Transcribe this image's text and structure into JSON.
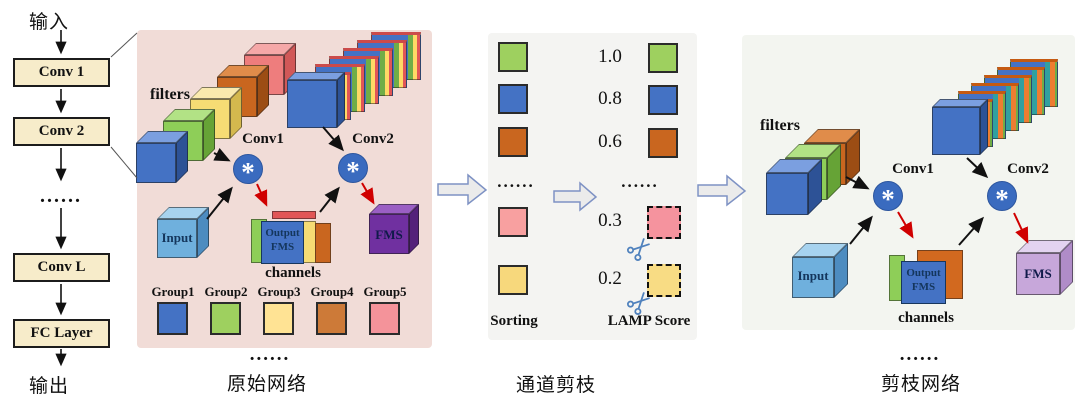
{
  "left_flow": {
    "input_label": "输入",
    "output_label": "输出",
    "layers": [
      "Conv 1",
      "Conv 2",
      "Conv L",
      "FC Layer"
    ],
    "ellipsis": "......"
  },
  "original": {
    "caption": "原始网络",
    "filters_label": "filters",
    "conv1_label": "Conv1",
    "conv2_label": "Conv2",
    "op_symbol": "*",
    "input_label": "Input",
    "output_fms_label": "Output FMS",
    "channels_label": "channels",
    "fms_label": "FMS",
    "ellipsis": "......",
    "groups": [
      {
        "label": "Group1",
        "color": "#4472c4"
      },
      {
        "label": "Group2",
        "color": "#9ed05f"
      },
      {
        "label": "Group3",
        "color": "#ffe394"
      },
      {
        "label": "Group4",
        "color": "#cd7a38"
      },
      {
        "label": "Group5",
        "color": "#f4939a"
      }
    ]
  },
  "pruning": {
    "caption": "通道剪枝",
    "sorting_label": "Sorting",
    "lamp_label": "LAMP Score",
    "ellipsis": "......",
    "sorting_colors": [
      "#9ed05f",
      "#4472c4",
      "#c9661f",
      "#f8a0a0",
      "#f7d87c"
    ],
    "scores": [
      {
        "value": "1.0",
        "color": "#9ed05f",
        "pruned": false
      },
      {
        "value": "0.8",
        "color": "#4472c4",
        "pruned": false
      },
      {
        "value": "0.6",
        "color": "#c9661f",
        "pruned": false
      },
      {
        "value": "0.3",
        "color": "#f5939e",
        "pruned": true
      },
      {
        "value": "0.2",
        "color": "#f8dc84",
        "pruned": true
      }
    ]
  },
  "pruned": {
    "caption": "剪枝网络",
    "filters_label": "filters",
    "conv1_label": "Conv1",
    "conv2_label": "Conv2",
    "op_symbol": "*",
    "input_label": "Input",
    "output_fms_label": "Output FMS",
    "channels_label": "channels",
    "fms_label": "FMS",
    "ellipsis": "......"
  },
  "palette": {
    "panel_original_bg": "#f1dcd7",
    "panel_pruning_bg": "#f4f4f2",
    "panel_pruned_bg": "#f3f5f0",
    "conv_box_bg": "#f7ecca",
    "conv_circle": "#3a6bbf",
    "black_arrow": "#111111",
    "red_arrow": "#d00000",
    "block_arrow_fill": "#ebebeb",
    "block_arrow_stroke": "#7e92c4",
    "scissors": "#4f81bd"
  }
}
